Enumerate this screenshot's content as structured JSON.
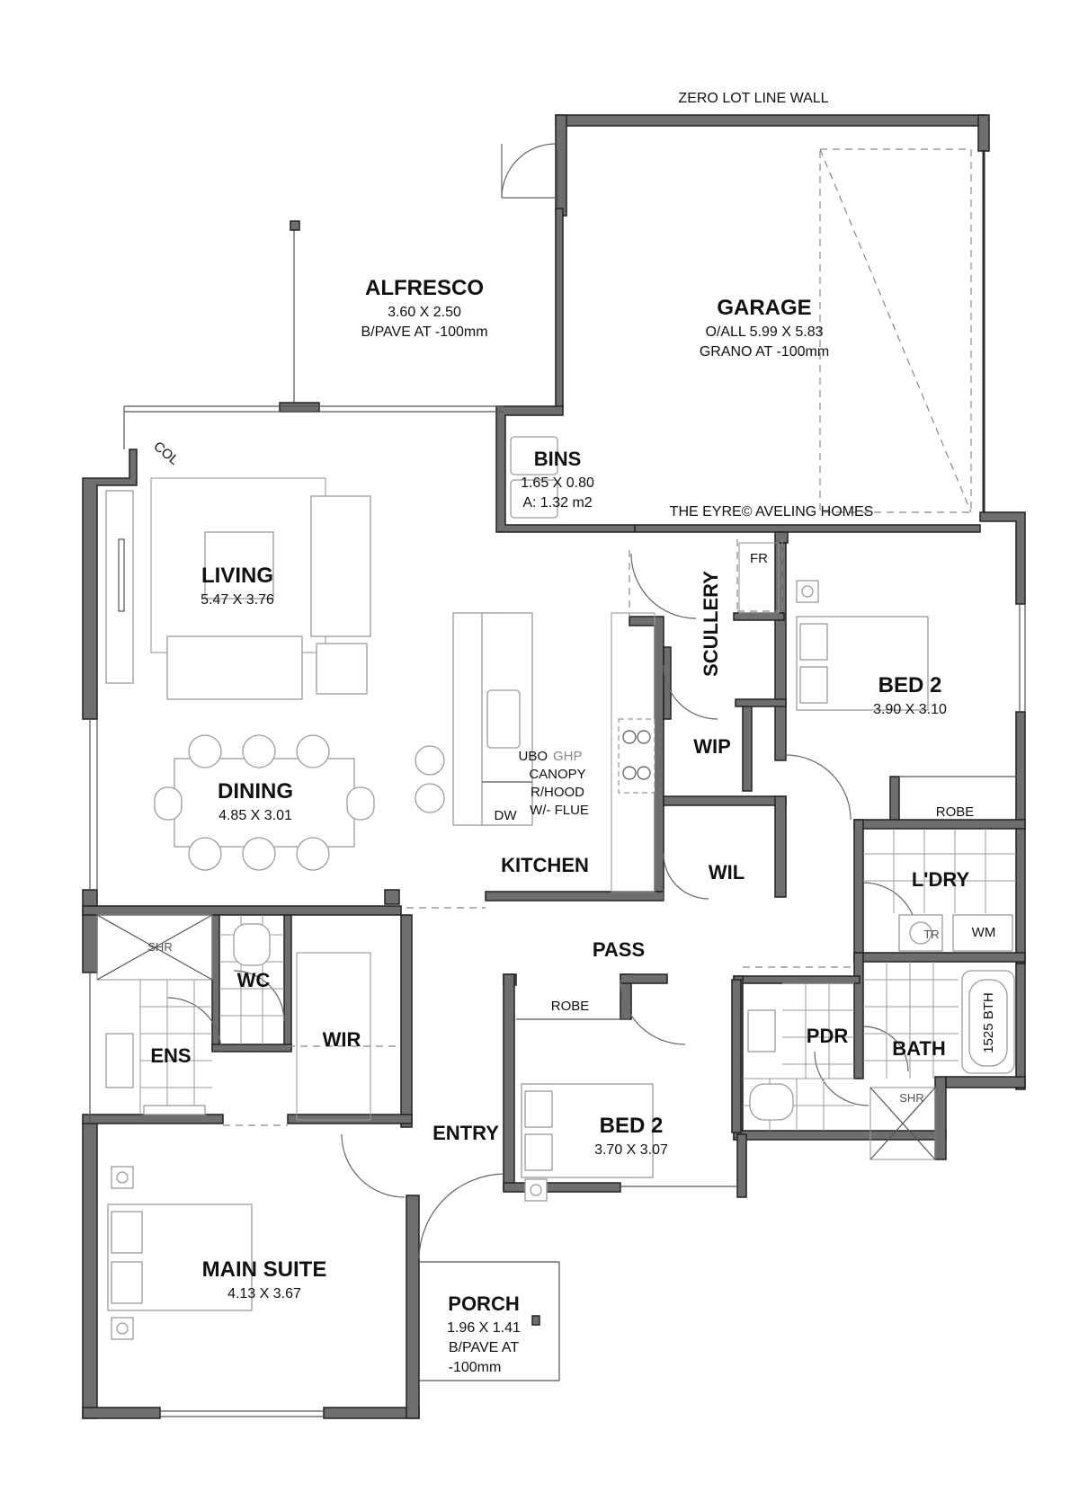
{
  "plan": {
    "top_label": "ZERO LOT LINE WALL",
    "brand": "THE EYRE© AVELING HOMES",
    "col_label": "COL",
    "rooms": {
      "alfresco": {
        "name": "ALFRESCO",
        "dims": "3.60 X 2.50",
        "note": "B/PAVE AT -100mm"
      },
      "garage": {
        "name": "GARAGE",
        "dims": "O/ALL  5.99 X 5.83",
        "note": "GRANO AT -100mm"
      },
      "bins": {
        "name": "BINS",
        "dims": "1.65 X 0.80",
        "note": "A: 1.32 m2"
      },
      "living": {
        "name": "LIVING",
        "dims": "5.47 X 3.76"
      },
      "dining": {
        "name": "DINING",
        "dims": "4.85 X 3.01"
      },
      "kitchen": {
        "name": "KITCHEN"
      },
      "scullery": {
        "name": "SCULLERY"
      },
      "wip": {
        "name": "WIP"
      },
      "wil": {
        "name": "WIL"
      },
      "bed2_upper": {
        "name": "BED 2",
        "dims": "3.90 X 3.10"
      },
      "robe_upper": {
        "name": "ROBE"
      },
      "laundry": {
        "name": "L'DRY"
      },
      "pass": {
        "name": "PASS"
      },
      "wc": {
        "name": "WC"
      },
      "ens": {
        "name": "ENS"
      },
      "wir": {
        "name": "WIR"
      },
      "entry": {
        "name": "ENTRY"
      },
      "bed2_lower": {
        "name": "BED 2",
        "dims": "3.70 X 3.07"
      },
      "robe_lower": {
        "name": "ROBE"
      },
      "pdr": {
        "name": "PDR"
      },
      "bath": {
        "name": "BATH"
      },
      "main_suite": {
        "name": "MAIN SUITE",
        "dims": "4.13 X 3.67"
      },
      "porch": {
        "name": "PORCH",
        "dims": "1.96 X 1.41",
        "note_line1": "B/PAVE AT",
        "note_line2": "-100mm"
      }
    },
    "fixtures": {
      "fr": "FR",
      "ubo": "UBO",
      "ghp": "GHP",
      "canopy": "CANOPY",
      "rhood": "R/HOOD",
      "flue": "W/- FLUE",
      "dw": "DW",
      "tr": "TR",
      "wm": "WM",
      "shr_ens": "SHR",
      "shr_bath": "SHR",
      "bath_size": "1525 BTH"
    }
  }
}
